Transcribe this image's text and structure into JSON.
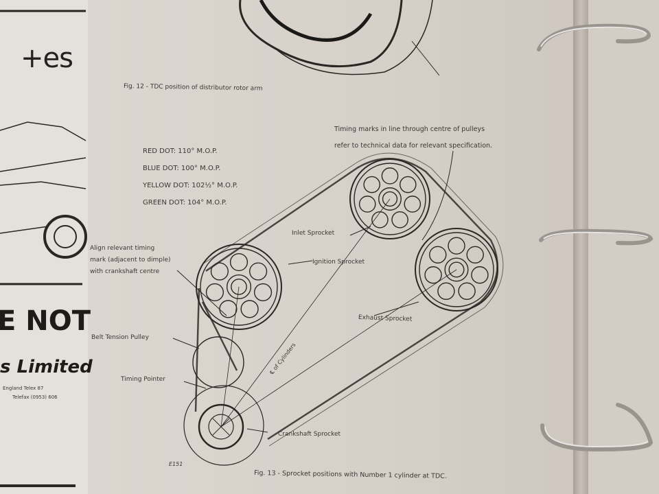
{
  "left_page": {
    "logo": "+es",
    "heading": "E NOT",
    "company": "s Limited",
    "address": "England   Telex 87",
    "fax": "Telefax (0953) 606"
  },
  "fig12": {
    "caption": "Fig. 12 - TDC position of distributor rotor arm"
  },
  "fig13": {
    "caption": "Fig. 13 - Sprocket positions with Number 1 cylinder at TDC.",
    "note_line1": "Timing marks in line through centre of pulleys",
    "note_line2": "refer to technical data for relevant specification.",
    "dots": [
      "RED DOT:    110° M.O.P.",
      "BLUE DOT:   100° M.O.P.",
      "YELLOW DOT: 102½° M.O.P.",
      "GREEN DOT: 104° M.O.P."
    ],
    "labels": {
      "inlet": "Inlet Sprocket",
      "ignition": "Ignition Sprocket",
      "exhaust": "Exhaust Sprocket",
      "crankshaft": "Crankshaft Sprocket",
      "tension": "Belt Tension Pulley",
      "pointer": "Timing Pointer",
      "align1": "Align relevant timing",
      "align2": "mark (adjacent to dimple)",
      "align3": "with crankshaft centre",
      "cylinders": "℄ of Cylinders",
      "ref": "E151"
    }
  }
}
